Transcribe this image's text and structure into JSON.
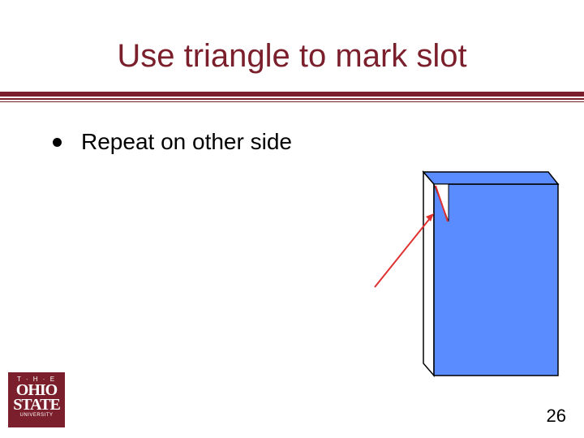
{
  "slide": {
    "title": "Use triangle to mark slot",
    "bullets": [
      {
        "text": "Repeat on other side"
      }
    ],
    "page_number": "26"
  },
  "logo": {
    "line1": "T · H · E",
    "line2": "OHIO",
    "line3": "STATE",
    "line4": "UNIVERSITY"
  },
  "colors": {
    "title": "#7a1f2b",
    "rule": "#7a1f2b",
    "box_fill": "#5b8cff",
    "box_edge": "#000000",
    "arrow": "#e03030"
  },
  "icons": {
    "bullet": "round-bullet-icon",
    "arrow": "red-arrow-icon",
    "box": "blue-box-illustration"
  }
}
